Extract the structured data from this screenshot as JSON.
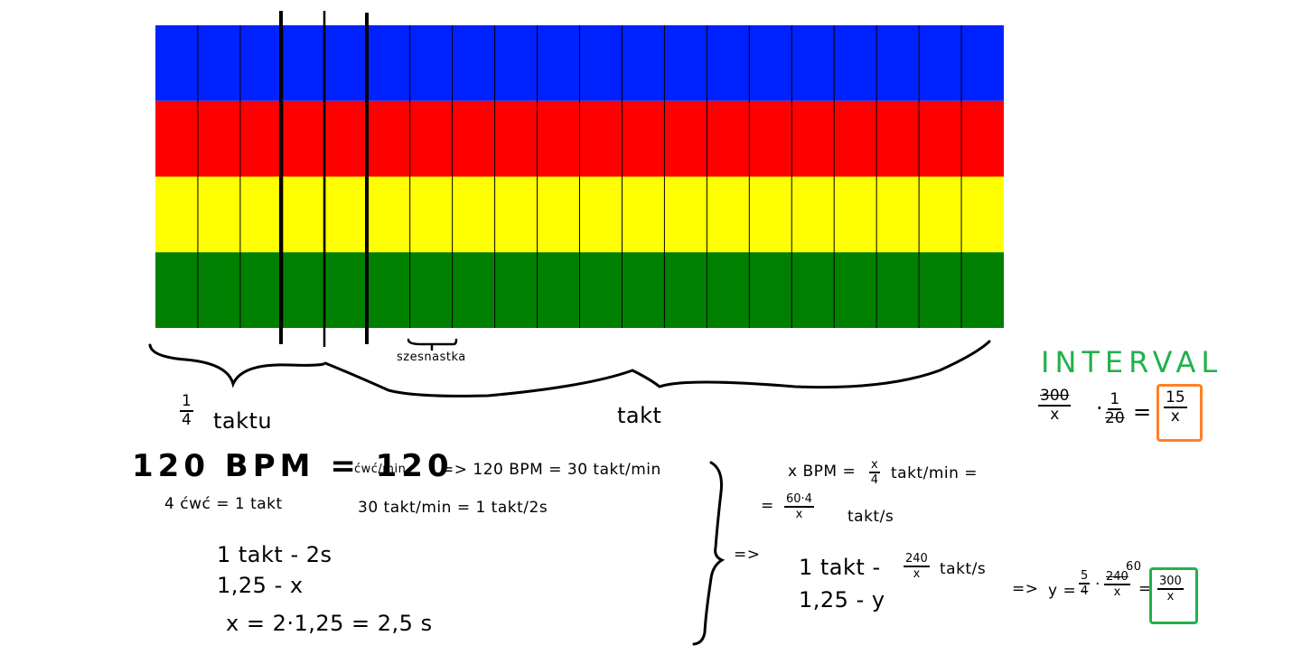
{
  "grid": {
    "rows": 4,
    "columns": 20,
    "row_colors": [
      "#0022ff",
      "#ff0000",
      "#ffff00",
      "#008000"
    ],
    "column_line_color": "#000000",
    "marker_line_color": "#000000"
  },
  "labels": {
    "sixteenth": "szesnastka",
    "quarter_num": "1",
    "quarter_den": "4",
    "quarter_word": "taktu",
    "bar": "takt"
  },
  "interval": {
    "title": "INTERVAL",
    "title_color": "#22b14c",
    "f1_num": "300",
    "f1_den": "x",
    "dot": "·",
    "f2_num": "1",
    "f2_den": "20",
    "eq": "=",
    "res_num": "15",
    "res_den": "x",
    "box_color": "#ff7f27"
  },
  "left_calc": {
    "line1_big": "120 BPM = 120",
    "line1_small": "ćwć/min",
    "line1_arrow": "=> 120 BPM = 30 takt/min",
    "line2a": "4 ćwć = 1 takt",
    "line2b": "30 takt/min = 1 takt/2s",
    "prop1": "1 takt - 2s",
    "prop2": "1,25 - x",
    "result": "x = 2·1,25 = 2,5 s"
  },
  "right_calc": {
    "implies": "=>",
    "line1a": "x BPM =",
    "line1_num": "x",
    "line1_den": "4",
    "line1b": "takt/min =",
    "line2_eq": "=",
    "line2_num": "60·4",
    "line2_den": "x",
    "line2b": "takt/s",
    "prop1a": "1 takt -",
    "prop1_num": "240",
    "prop1_den": "x",
    "prop1b": "takt/s",
    "prop2": "1,25 - y",
    "arrow": "=>",
    "y_eq": "y =",
    "y_f1_num": "5",
    "y_f1_den": "4",
    "y_mul": "·",
    "y_f2_num": "240",
    "y_f2_den": "x",
    "y_sup": "60",
    "y_eq2": "=",
    "final_num": "300",
    "final_den": "x",
    "box_color": "#22b14c"
  }
}
